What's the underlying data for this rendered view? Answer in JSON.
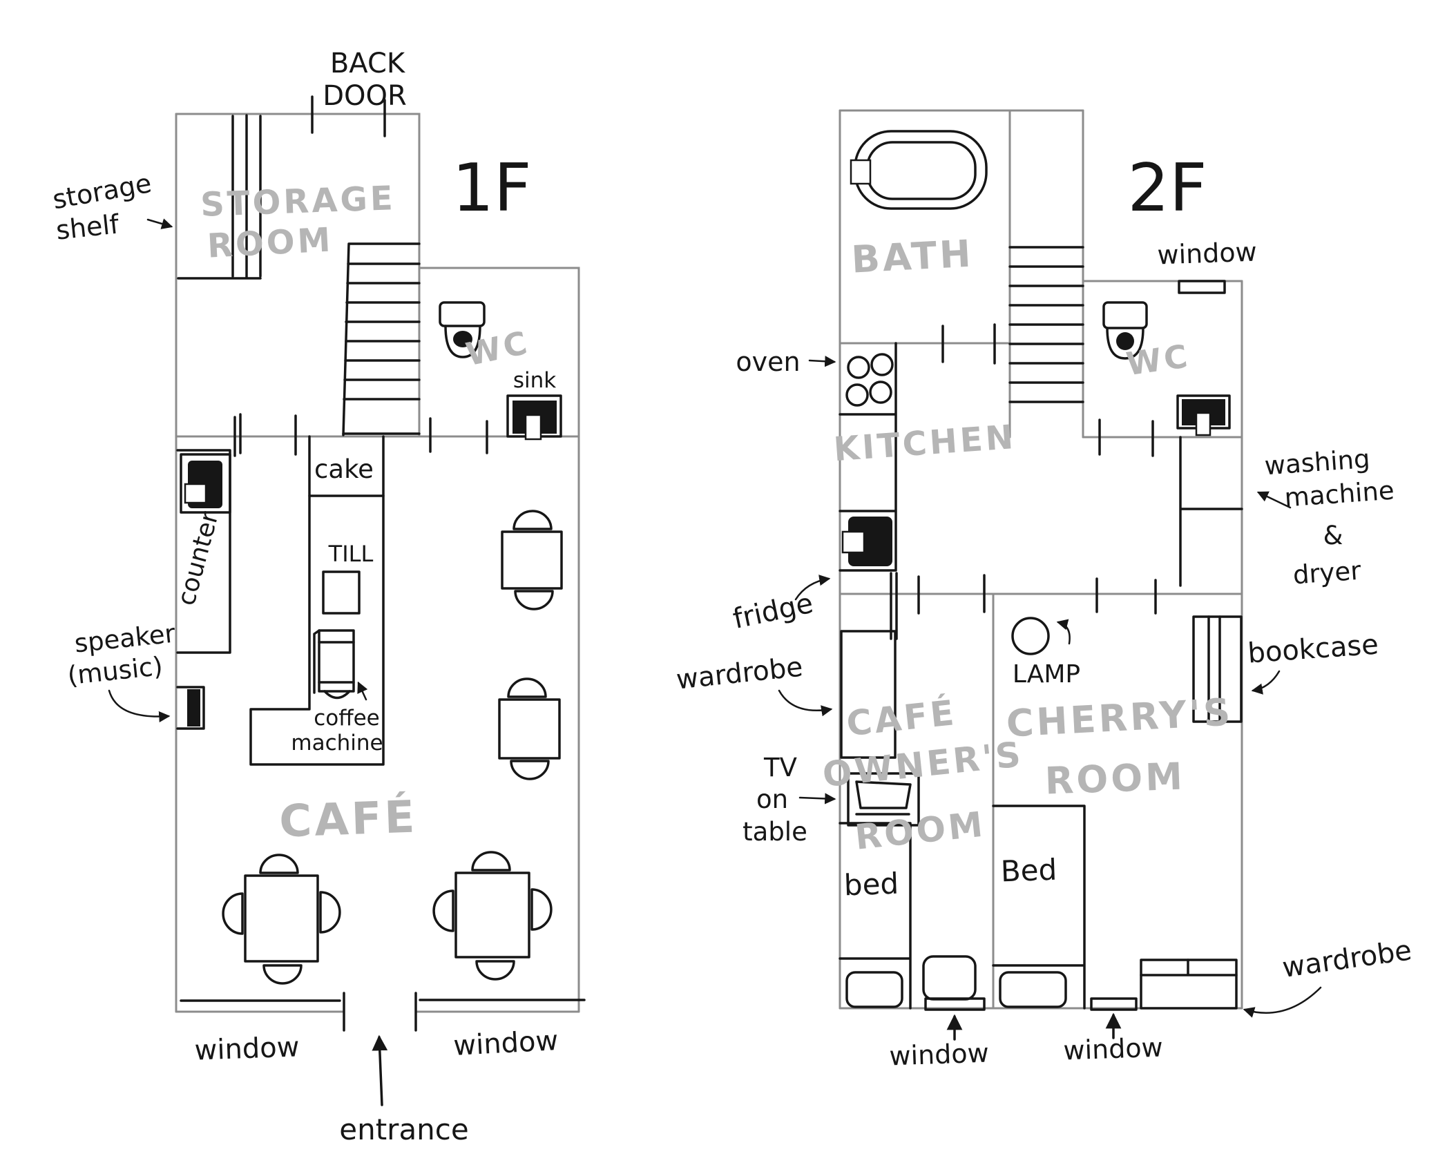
{
  "colors": {
    "ink": "#161616",
    "wall": "#8c8c8c",
    "room_label": "#b5b5b5",
    "background": "#ffffff"
  },
  "floor1": {
    "title": "1F",
    "back_door": {
      "line1": "BACK",
      "line2": "DOOR"
    },
    "storage_shelf": {
      "line1": "storage",
      "line2": "shelf"
    },
    "storage_room": {
      "line1": "STORAGE",
      "line2": "ROOM"
    },
    "wc_label": "WC",
    "sink_label": "sink",
    "cake_label": "cake",
    "till_label": "TILL",
    "counter_label": "counter",
    "coffee_machine": {
      "line1": "coffee",
      "line2": "machine"
    },
    "speaker": {
      "line1": "speaker",
      "line2": "(music)"
    },
    "cafe_label": "CAFÉ",
    "window_left": "window",
    "window_right": "window",
    "entrance_label": "entrance"
  },
  "floor2": {
    "title": "2F",
    "bath_label": "BATH",
    "kitchen_label": "KITCHEN",
    "wc_label": "WC",
    "window_top": "window",
    "oven_label": "oven",
    "fridge_label": "fridge",
    "laundry": {
      "line1": "washing",
      "line2": "machine",
      "line3": "&",
      "line4": "dryer"
    },
    "wardrobe_left": "wardrobe",
    "tv": {
      "line1": "TV",
      "line2": "on",
      "line3": "table"
    },
    "owner_room": {
      "line1": "CAFÉ",
      "line2": "OWNER'S",
      "line3": "ROOM"
    },
    "cherry_room": {
      "line1": "CHERRY'S",
      "line2": "ROOM"
    },
    "lamp_label": "LAMP",
    "bookcase_label": "bookcase",
    "bed_owner": "bed",
    "bed_cherry": "Bed",
    "wardrobe_bottom": "wardrobe",
    "window_left": "window",
    "window_right": "window"
  }
}
